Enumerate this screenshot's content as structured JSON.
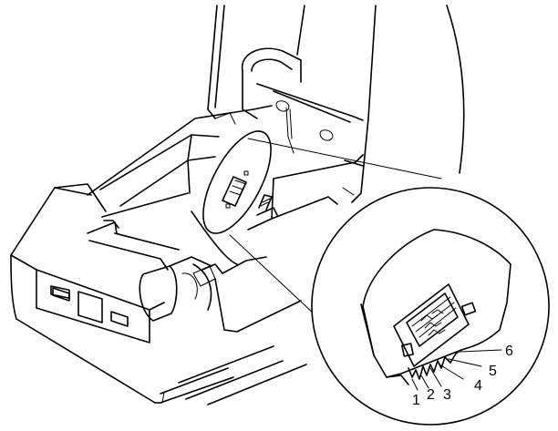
{
  "callout_numbers": [
    "1",
    "2",
    "3",
    "4",
    "5",
    "6"
  ]
}
